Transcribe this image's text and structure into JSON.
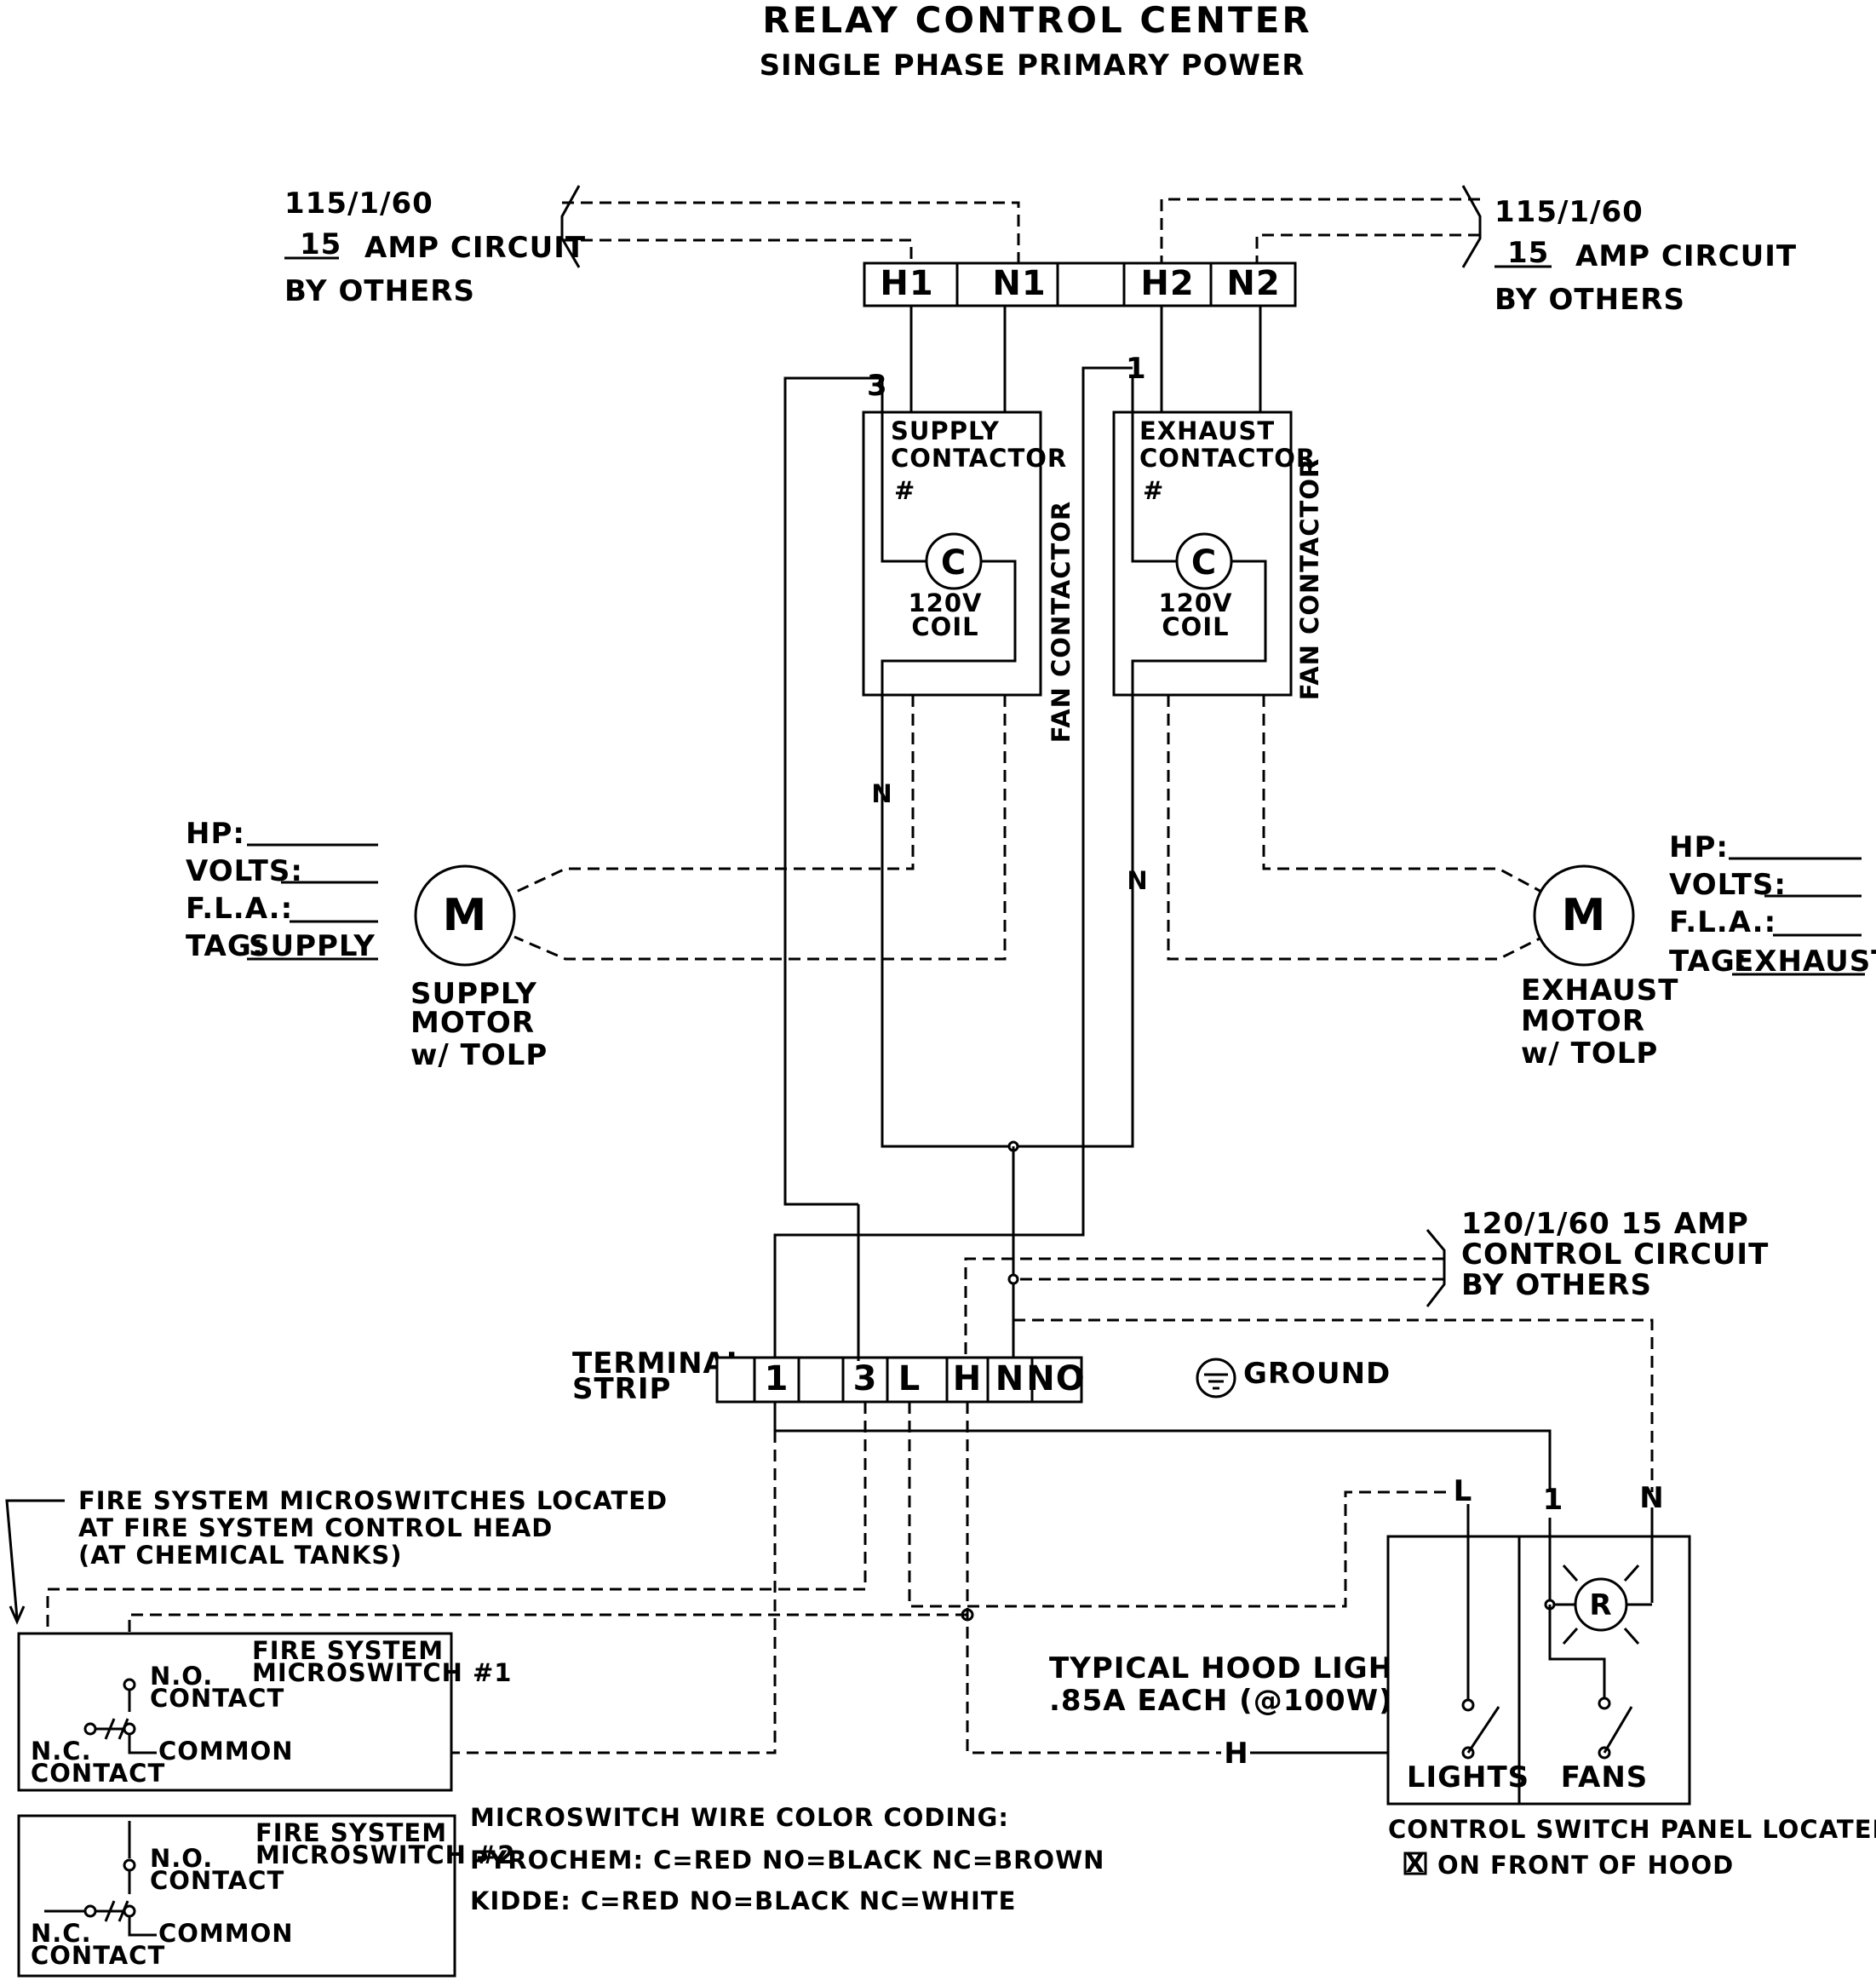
{
  "title": "RELAY CONTROL CENTER",
  "subtitle": "SINGLE PHASE PRIMARY POWER",
  "power_left": {
    "line1": "115/1/60",
    "amps": "15",
    "line2": "AMP CIRCUIT",
    "line3": "BY OTHERS"
  },
  "power_right": {
    "line1": "115/1/60",
    "amps": "15",
    "line2": "AMP CIRCUIT",
    "line3": "BY OTHERS"
  },
  "top_terminals": [
    "H1",
    "N1",
    "",
    "H2",
    "N2"
  ],
  "supply_contactor": {
    "line1": "SUPPLY",
    "line2": "CONTACTOR",
    "mark": "#",
    "coil_symbol": "C",
    "coil_v": "120V",
    "coil_label": "COIL",
    "side_label": "FAN CONTACTOR"
  },
  "exhaust_contactor": {
    "line1": "EXHAUST",
    "line2": "CONTACTOR",
    "mark": "#",
    "coil_symbol": "C",
    "coil_v": "120V",
    "coil_label": "COIL",
    "side_label": "FAN CONTACTOR"
  },
  "wire_labels": {
    "w3": "3",
    "w1": "1",
    "n_supply": "N",
    "n_exhaust": "N",
    "panel_l": "L",
    "panel_1": "1",
    "panel_n": "N",
    "h_line": "H"
  },
  "supply_motor": {
    "symbol": "M",
    "hp": "HP:",
    "volts": "VOLTS:",
    "fla": "F.L.A.:",
    "tag": "TAG:",
    "tag_value": "SUPPLY",
    "label1": "SUPPLY",
    "label2": "MOTOR",
    "label3": "w/  TOLP"
  },
  "exhaust_motor": {
    "symbol": "M",
    "hp": "HP:",
    "volts": "VOLTS:",
    "fla": "F.L.A.:",
    "tag": "TAG:",
    "tag_value": "EXHAUST",
    "label1": "EXHAUST",
    "label2": "MOTOR",
    "label3": "w/  TOLP"
  },
  "control_circuit": {
    "line1": "120/1/60  15  AMP",
    "line2": "CONTROL  CIRCUIT",
    "line3": "BY  OTHERS"
  },
  "terminal_strip": {
    "label1": "TERMINAL",
    "label2": "STRIP",
    "terminals": [
      "",
      "1",
      "",
      "3",
      "L",
      "H",
      "N",
      "NO"
    ]
  },
  "ground_label": "GROUND",
  "fire_note": {
    "line1": "FIRE  SYSTEM  MICROSWITCHES  LOCATED",
    "line2": "AT  FIRE  SYSTEM  CONTROL  HEAD",
    "line3": "(AT  CHEMICAL  TANKS)"
  },
  "microswitch1": {
    "title1": "FIRE  SYSTEM",
    "title2": "MICROSWITCH  #1",
    "no1": "N.O.",
    "no2": "CONTACT",
    "nc1": "N.C.",
    "nc2": "CONTACT",
    "common": "COMMON"
  },
  "microswitch2": {
    "title1": "FIRE  SYSTEM",
    "title2": "MICROSWITCH  #2",
    "no1": "N.O.",
    "no2": "CONTACT",
    "nc1": "N.C.",
    "nc2": "CONTACT",
    "common": "COMMON"
  },
  "color_coding": {
    "heading": "MICROSWITCH  WIRE  COLOR  CODING:",
    "pyrochem": "PYROCHEM:  C=RED  NO=BLACK  NC=BROWN",
    "kidde": "KIDDE:  C=RED  NO=BLACK  NC=WHITE"
  },
  "hood_light": {
    "line1": "TYPICAL  HOOD  LIGHT",
    "line2": ".85A  EACH  (@100W)"
  },
  "switch_panel": {
    "relay_symbol": "R",
    "lights": "LIGHTS",
    "fans": "FANS",
    "located1": "CONTROL  SWITCH  PANEL  LOCATED:",
    "checkbox": "X",
    "located2": "ON  FRONT  OF  HOOD"
  }
}
